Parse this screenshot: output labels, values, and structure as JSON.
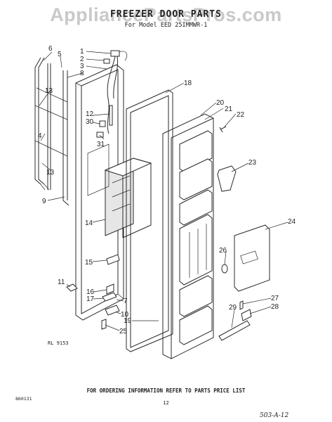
{
  "header": {
    "watermark": "AppliancePartsPros.com",
    "title": "FREEZER DOOR PARTS",
    "subtitle": "For Model EED 25IMMWR-1"
  },
  "callouts": [
    {
      "id": "c1",
      "label": "1"
    },
    {
      "id": "c2",
      "label": "2"
    },
    {
      "id": "c3",
      "label": "3"
    },
    {
      "id": "c4",
      "label": "4"
    },
    {
      "id": "c5",
      "label": "5"
    },
    {
      "id": "c6",
      "label": "6"
    },
    {
      "id": "c7",
      "label": "7"
    },
    {
      "id": "c8",
      "label": "8"
    },
    {
      "id": "c9",
      "label": "9"
    },
    {
      "id": "c10",
      "label": "10"
    },
    {
      "id": "c11",
      "label": "11"
    },
    {
      "id": "c12",
      "label": "12"
    },
    {
      "id": "c13a",
      "label": "13"
    },
    {
      "id": "c13b",
      "label": "13"
    },
    {
      "id": "c14",
      "label": "14"
    },
    {
      "id": "c15",
      "label": "15"
    },
    {
      "id": "c16",
      "label": "16"
    },
    {
      "id": "c17",
      "label": "17"
    },
    {
      "id": "c18",
      "label": "18"
    },
    {
      "id": "c19",
      "label": "19"
    },
    {
      "id": "c20",
      "label": "20"
    },
    {
      "id": "c21",
      "label": "21"
    },
    {
      "id": "c22",
      "label": "22"
    },
    {
      "id": "c23",
      "label": "23"
    },
    {
      "id": "c24",
      "label": "24"
    },
    {
      "id": "c25",
      "label": "25"
    },
    {
      "id": "c26",
      "label": "26"
    },
    {
      "id": "c27",
      "label": "27"
    },
    {
      "id": "c28",
      "label": "28"
    },
    {
      "id": "c29",
      "label": "29"
    },
    {
      "id": "c30",
      "label": "30"
    },
    {
      "id": "c31",
      "label": "31"
    }
  ],
  "footer": {
    "figure_code": "RL 9153",
    "order_note": "FOR ORDERING INFORMATION REFER TO PARTS PRICE LIST",
    "side_code": "860131",
    "page_number": "12",
    "handwritten_note": "503-A-12"
  }
}
